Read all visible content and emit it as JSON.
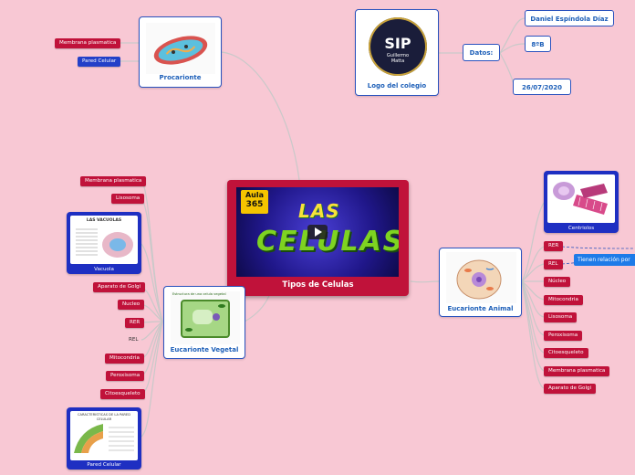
{
  "center": {
    "title": "Tipos de Celulas",
    "brand_line1": "Aula",
    "brand_line2": "365",
    "video_title_1": "LAS",
    "video_title_2": "CELULAS"
  },
  "logo": {
    "caption": "Logo del colegio",
    "initials": "SIP",
    "name_line1": "Guillermo",
    "name_line2": "Matta"
  },
  "datos": {
    "label": "Datos:",
    "items": [
      "Daniel Espíndola Díaz",
      "8ºB",
      "26/07/2020"
    ]
  },
  "procarionte": {
    "caption": "Procarionte",
    "items": [
      "Membrana plasmatica",
      "Pared Celular"
    ]
  },
  "vegetal": {
    "caption": "Eucarionte Vegetal",
    "image_title": "Estructura de una celula vegetal",
    "items": [
      "Membrana plasmatica",
      "Lisosoma",
      "Aparato de Golgi",
      "Nucleo",
      "RER",
      "REL",
      "Mitocondria",
      "Peroxisoma",
      "Citoesqueleto"
    ],
    "vacuola": {
      "caption": "Vacuola",
      "heading": "LAS VACUOLAS"
    },
    "pared": {
      "caption": "Pared Celular",
      "heading": "CARACTERISTICAS DE LA PARED CELULAR"
    }
  },
  "animal": {
    "caption": "Eucarionte Animal",
    "items": [
      "RER",
      "REL",
      "Núcleo",
      "Mitocondria",
      "Lisosoma",
      "Peroxisoma",
      "Citoesqueleto",
      "Membrana plasmatica",
      "Aparato de Golgi"
    ],
    "centriolos": {
      "caption": "Centriolos"
    },
    "relation": "Tienen relación por"
  },
  "colors": {
    "background": "#f8c8d4",
    "accent_red": "#c0123a",
    "accent_blue": "#2340c8",
    "text_blue": "#1d5fb8"
  }
}
